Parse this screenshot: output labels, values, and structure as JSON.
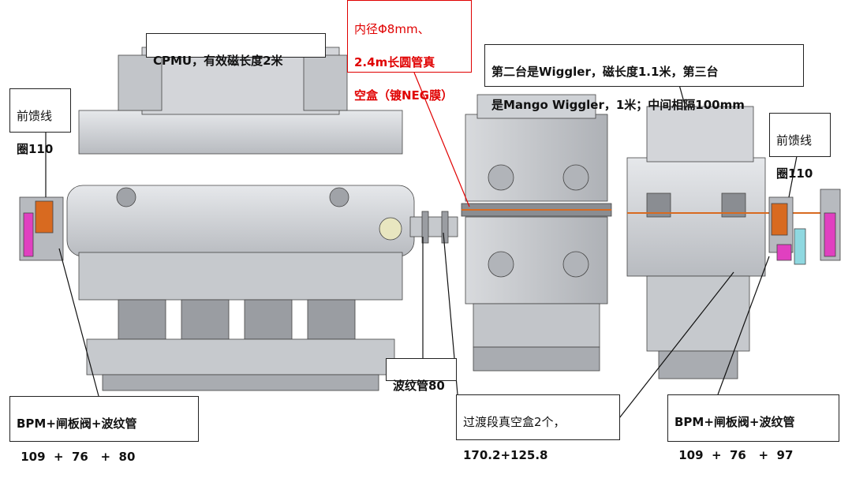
{
  "callouts": {
    "cpmu": "CPMU，有效磁长度2米",
    "inner_pipe_line1": "内径Φ8mm、",
    "inner_pipe_line2": "2.4m长圆管真",
    "inner_pipe_line3": "空盒（镀NEG膜）",
    "wiggler_line1": "第二台是Wiggler，磁长度1.1米，第三台",
    "wiggler_line2": "是Mango Wiggler，1米；中间相隔100mm",
    "feed_left_line1": "前馈线",
    "feed_left_line2": "圈110",
    "feed_right_line1": "前馈线",
    "feed_right_line2": "圈110",
    "bellows80": "波纹管80",
    "bpm_left_line1": "BPM+闸板阀+波纹管",
    "bpm_left_line2": " 109  +  76   +  80",
    "transition_line1": "过渡段真空盒2个，",
    "transition_line2": "170.2+125.8",
    "bpm_right_line1": "BPM+闸板阀+波纹管",
    "bpm_right_line2": " 109  +  76   +  97"
  },
  "colors": {
    "machine_gray": "#c9ccd0",
    "machine_dark": "#7d8085",
    "accent_red": "#e00000",
    "magenta_part": "#e040c0",
    "orange_part": "#d86a20",
    "cyan_part": "#8fd8e0"
  }
}
